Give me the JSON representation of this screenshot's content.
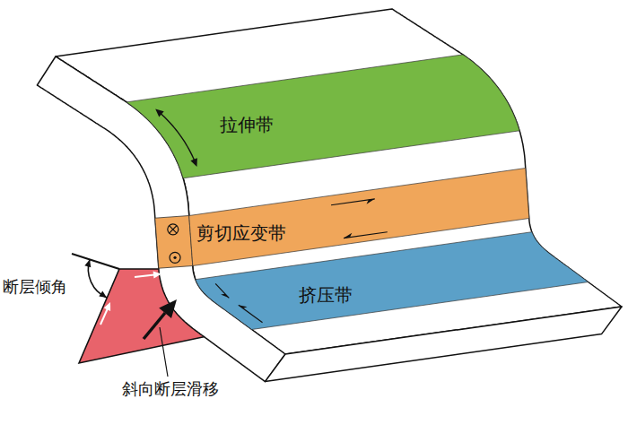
{
  "diagram": {
    "nodes": [
      {
        "text": [
          "拉伸带"
        ]
      },
      {
        "text": [
          "剪切应变带"
        ]
      },
      {
        "text": [
          "挤压带"
        ]
      }
    ],
    "labels": [
      "断层倾角",
      "斜向断层滑移"
    ]
  }
}
